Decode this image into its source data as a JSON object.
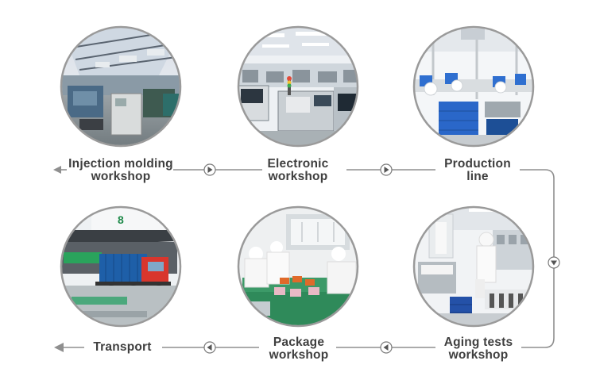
{
  "stages": [
    {
      "id": "injection",
      "line1": "Injection molding",
      "line2": "workshop",
      "scene": "factory-hall"
    },
    {
      "id": "electronic",
      "line1": "Electronic",
      "line2": "workshop",
      "scene": "electronics-lab"
    },
    {
      "id": "production",
      "line1": "Production",
      "line2": "line",
      "scene": "clean-room-line"
    },
    {
      "id": "aging",
      "line1": "Aging tests",
      "line2": "workshop",
      "scene": "aging-test-room"
    },
    {
      "id": "package",
      "line1": "Package",
      "line2": "workshop",
      "scene": "packing-table"
    },
    {
      "id": "transport",
      "line1": "Transport",
      "line2": "",
      "scene": "truck-loading"
    }
  ],
  "colors": {
    "connector": "#8f8f8f",
    "ring": "#9a9a9a",
    "label": "#3f3f3f",
    "arrow_fill": "#ffffff",
    "arrow_stroke": "#7a7a7a"
  },
  "icons": {
    "flow_arrow": "chevron-circle-icon",
    "line_start": "arrowhead-icon"
  }
}
